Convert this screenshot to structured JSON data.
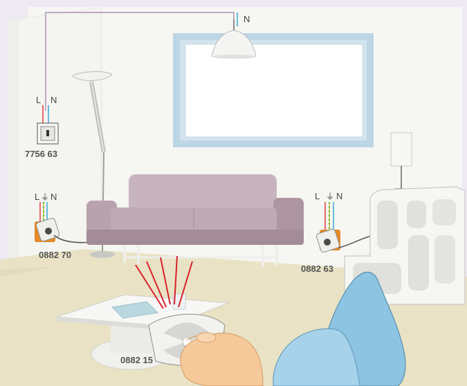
{
  "ceiling_light": {
    "wire_label": "N"
  },
  "wall_switch": {
    "wire_label_l": "L",
    "wire_label_n": "N",
    "product_code": "7756 63"
  },
  "left_socket": {
    "wire_label_l": "L",
    "wire_label_n": "N",
    "product_code": "0882 70"
  },
  "right_socket": {
    "wire_label_l": "L",
    "wire_label_n": "N",
    "product_code": "0882 63"
  },
  "remote_control": {
    "product_code": "0882 15"
  },
  "colors": {
    "phase_wire": "#e03a3a",
    "neutral_wire": "#3aa6d8",
    "earth_wire": "#e8c91e",
    "earth_wire_stripe": "#3cae4a",
    "signal_rays": "#d8202a",
    "sofa": "#b8a2ad",
    "floor": "#e9e2c4",
    "chair": "#8cc4e2",
    "frame": "#bcd6e6"
  }
}
